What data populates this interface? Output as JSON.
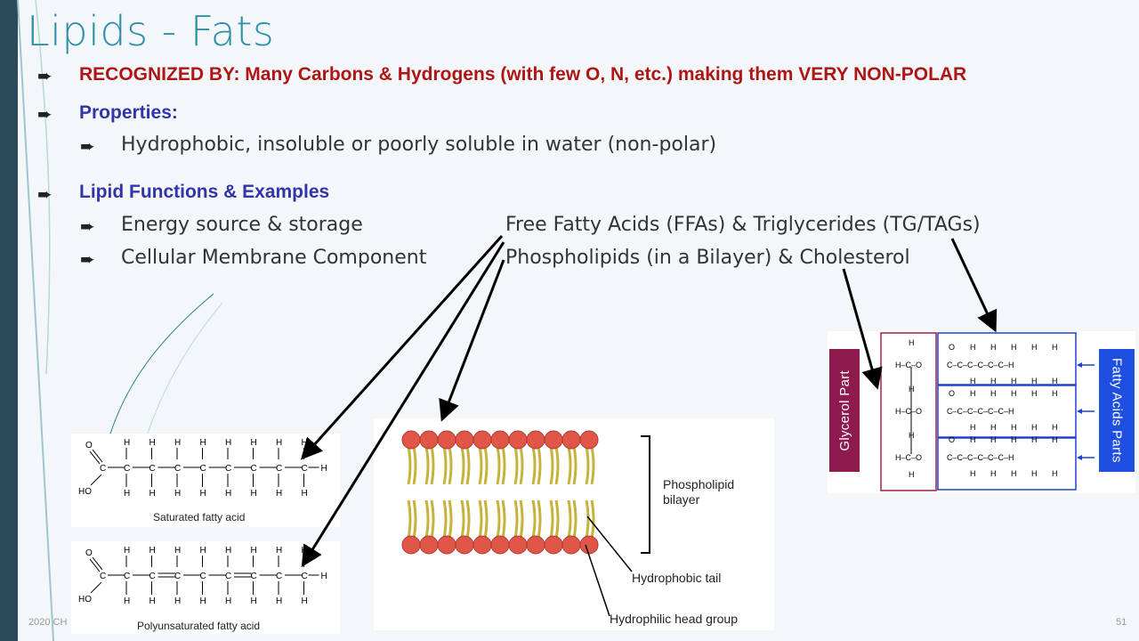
{
  "slide": {
    "title": "Lipids - Fats",
    "bullets": {
      "recognized": "RECOGNIZED BY:  Many Carbons & Hydrogens (with few O, N, etc.) making them VERY NON-POLAR",
      "properties": "Properties:",
      "properties_sub": "Hydrophobic, insoluble or poorly soluble in water (non-polar)",
      "functions": "Lipid Functions & Examples",
      "energy": "Energy source & storage",
      "energy_ex": "Free Fatty Acids (FFAs) & Triglycerides (TG/TAGs)",
      "membrane": "Cellular Membrane Component",
      "membrane_ex": "Phospholipids (in a Bilayer) & Cholesterol"
    },
    "footer_left": "2020 CH",
    "page_number": "51"
  },
  "figures": {
    "saturated_caption": "Saturated fatty acid",
    "polyunsaturated_caption": "Polyunsaturated fatty acid",
    "bilayer_label": "Phospholipid bilayer",
    "bilayer_label_line1": "Phospholipid",
    "bilayer_label_line2": "bilayer",
    "hydrophobic_tail": "Hydrophobic tail",
    "hydrophilic_head": "Hydrophilic head group",
    "glycerol_part": "Glycerol Part",
    "fatty_acids_parts": "Fatty Acids Parts"
  },
  "colors": {
    "title": "#2e8fa8",
    "recognized": "#b01515",
    "heading": "#3333aa",
    "glycerol": "#8e1a4e",
    "fatty_acids": "#1f4fe0",
    "head_group": "#e0574a",
    "left_stripe": "#2c4a5a"
  }
}
